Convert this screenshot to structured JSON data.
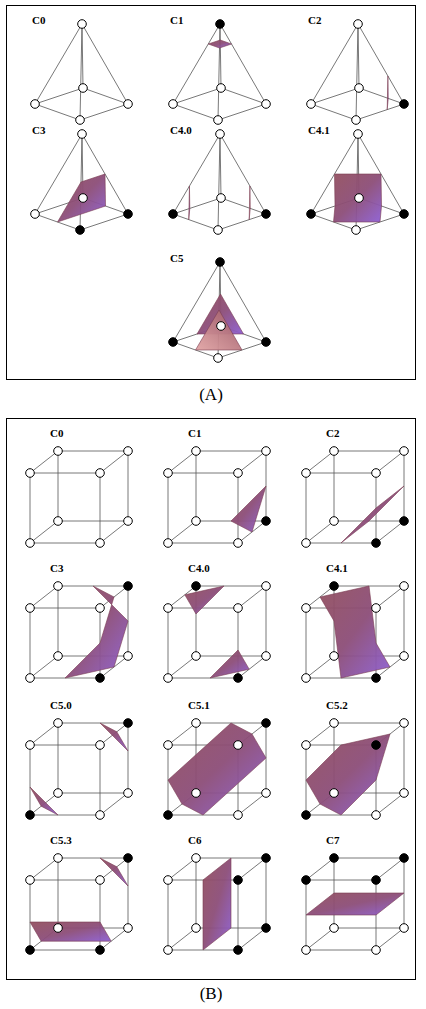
{
  "diagram": {
    "nodes": [
      {
        "text": [
          "C0",
          "C1",
          "C2",
          "C3",
          "C4.0",
          "C4.1",
          "C5",
          "(A)"
        ]
      },
      {
        "text": [
          "C0",
          "C1",
          "C2",
          "C3",
          "C4.0",
          "C4.1",
          "C5.0",
          "C5.1",
          "C5.2",
          "C5.3",
          "C6",
          "C7",
          "(B)"
        ]
      }
    ]
  }
}
